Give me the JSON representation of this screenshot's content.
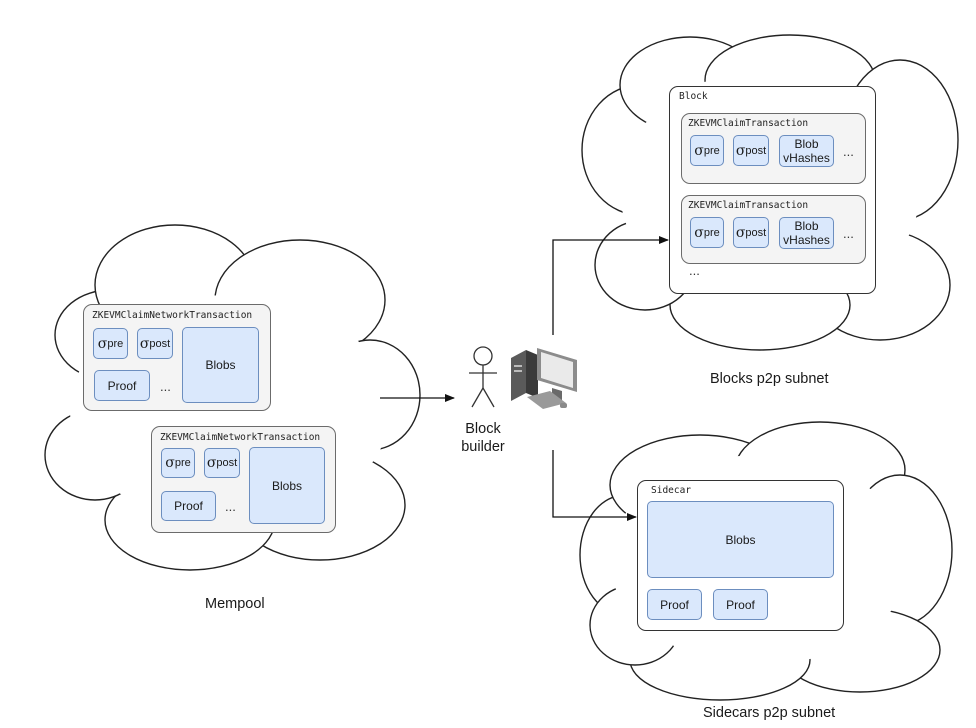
{
  "mempool": {
    "label": "Mempool",
    "tx1": {
      "title": "ZKEVMClaimNetworkTransaction",
      "sigma": "σ",
      "pre_sub": "pre",
      "post_sub": "post",
      "proof": "Proof",
      "dots": "...",
      "blobs": "Blobs"
    },
    "tx2": {
      "title": "ZKEVMClaimNetworkTransaction",
      "sigma": "σ",
      "pre_sub": "pre",
      "post_sub": "post",
      "proof": "Proof",
      "dots": "...",
      "blobs": "Blobs"
    }
  },
  "builder": {
    "line1": "Block",
    "line2": "builder",
    "icons": [
      "person-icon",
      "computer-icon"
    ]
  },
  "blocks_subnet": {
    "label": "Blocks p2p subnet",
    "block_title": "Block",
    "tx1": {
      "title": "ZKEVMClaimTransaction",
      "sigma": "σ",
      "pre_sub": "pre",
      "post_sub": "post",
      "hash_line1": "Blob",
      "hash_line2": "vHashes",
      "dots": "..."
    },
    "tx2": {
      "title": "ZKEVMClaimTransaction",
      "sigma": "σ",
      "pre_sub": "pre",
      "post_sub": "post",
      "hash_line1": "Blob",
      "hash_line2": "vHashes",
      "dots": "..."
    },
    "more": "..."
  },
  "sidecars_subnet": {
    "label": "Sidecars p2p subnet",
    "sidecar_title": "Sidecar",
    "blobs": "Blobs",
    "proof1": "Proof",
    "proof2": "Proof"
  },
  "colors": {
    "box_fill": "#dae8fc",
    "box_stroke": "#6c8ebf",
    "tx_fill": "#f4f4f4",
    "cloud_stroke": "#222222"
  }
}
